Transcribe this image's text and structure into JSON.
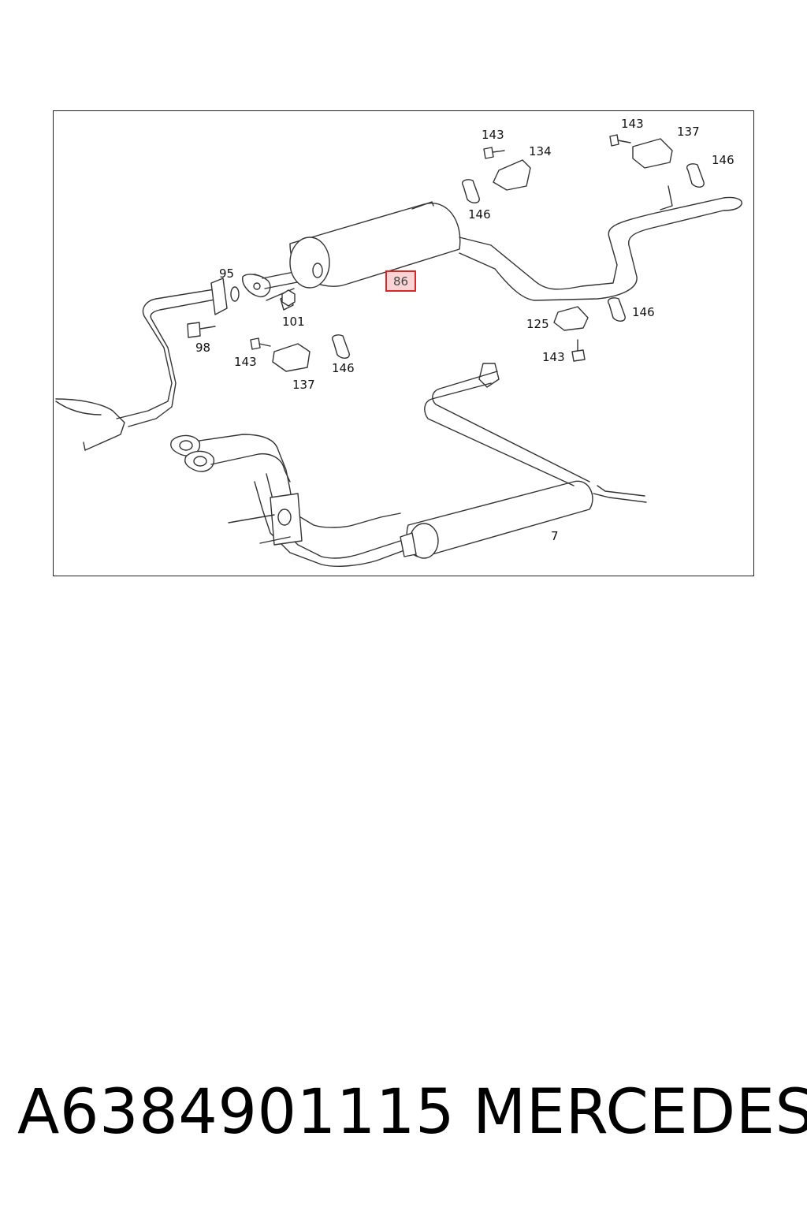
{
  "diagram": {
    "callouts": [
      {
        "id": "c-143-a",
        "text": "143"
      },
      {
        "id": "c-134",
        "text": "134"
      },
      {
        "id": "c-143-b",
        "text": "143"
      },
      {
        "id": "c-137-a",
        "text": "137"
      },
      {
        "id": "c-146-a",
        "text": "146"
      },
      {
        "id": "c-146-b",
        "text": "146"
      },
      {
        "id": "c-95",
        "text": "95"
      },
      {
        "id": "c-86",
        "text": "86",
        "highlighted": true
      },
      {
        "id": "c-101",
        "text": "101"
      },
      {
        "id": "c-98",
        "text": "98"
      },
      {
        "id": "c-125",
        "text": "125"
      },
      {
        "id": "c-146-c",
        "text": "146"
      },
      {
        "id": "c-143-c",
        "text": "143"
      },
      {
        "id": "c-146-d",
        "text": "146"
      },
      {
        "id": "c-137-b",
        "text": "137"
      },
      {
        "id": "c-143-d",
        "text": "143"
      },
      {
        "id": "c-7",
        "text": "7"
      }
    ],
    "highlight_color": "#d62828"
  },
  "footer": {
    "part_number": "A6384901115",
    "brand": "MERCEDES"
  }
}
